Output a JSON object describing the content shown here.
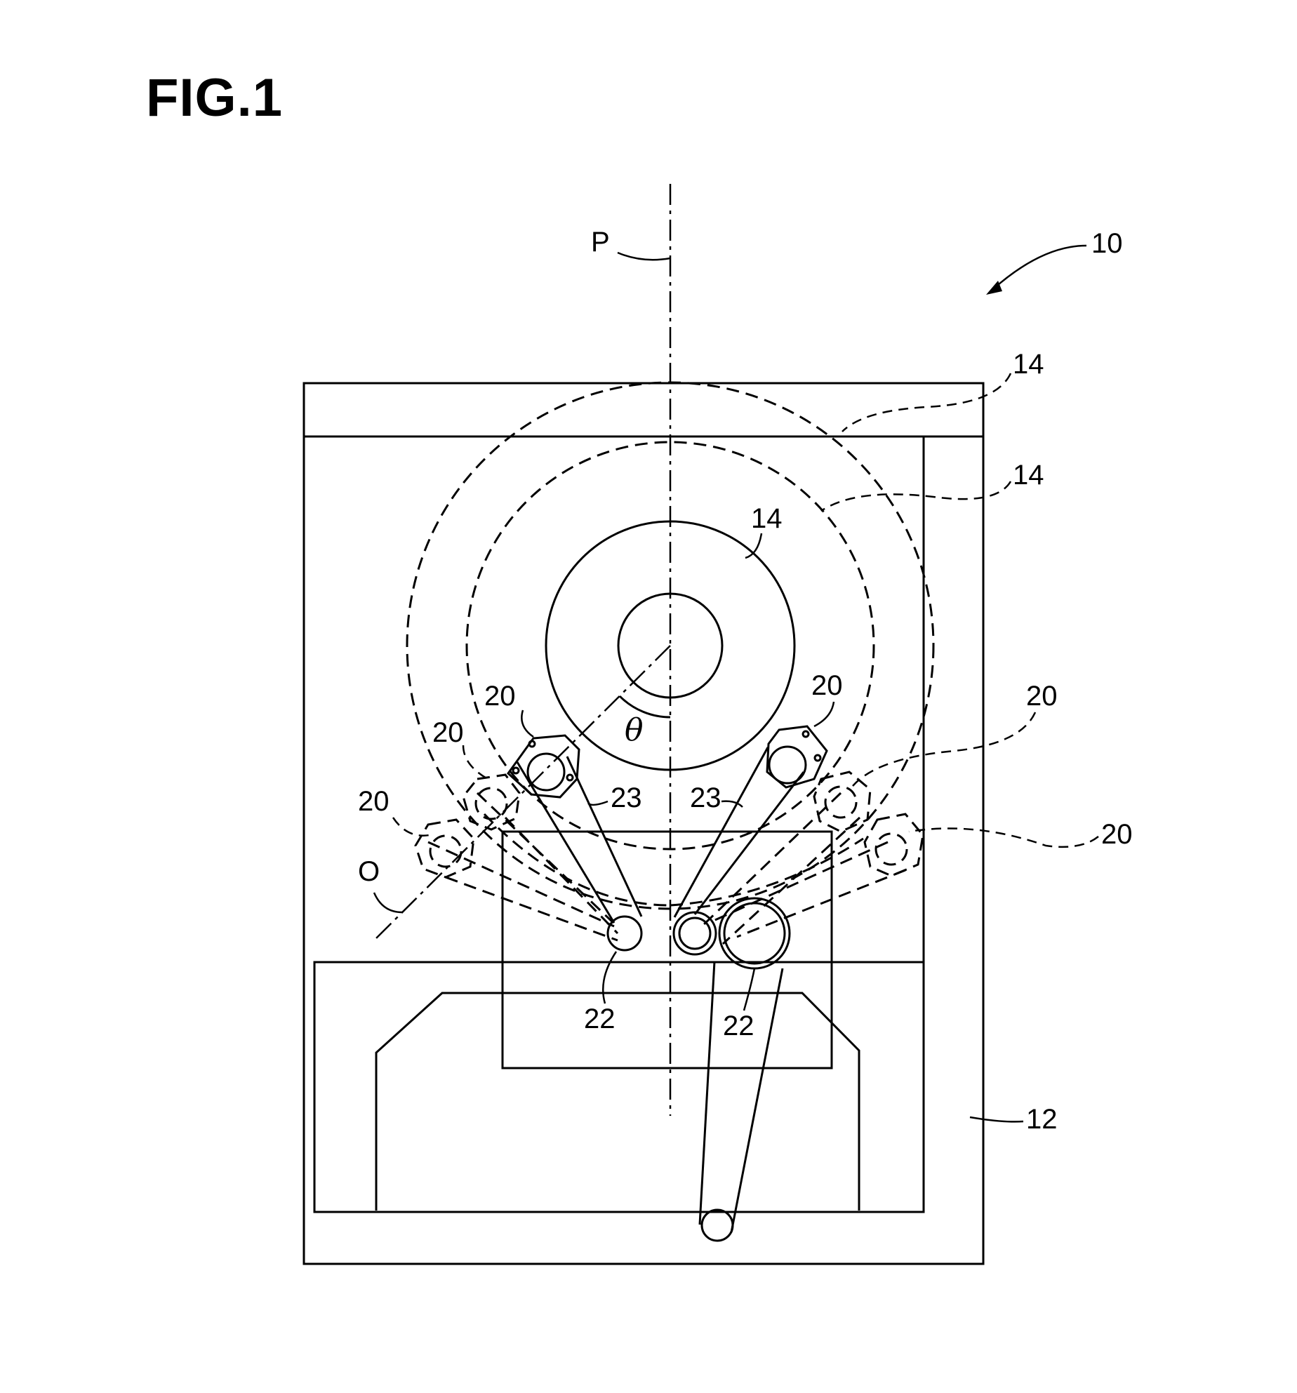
{
  "figure": {
    "title": "FIG.1"
  },
  "labels": {
    "device": "10",
    "housing": "12",
    "roll": "14",
    "holder": "20",
    "roller": "22",
    "arm": "23",
    "axis_p": "P",
    "axis_o": "O",
    "angle": "θ"
  },
  "colors": {
    "line": "#000000",
    "background": "#ffffff"
  }
}
